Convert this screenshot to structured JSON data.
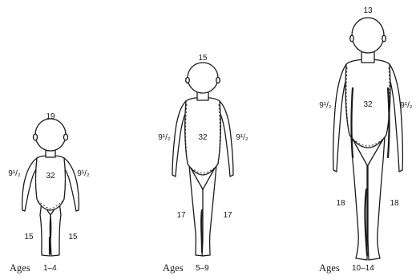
{
  "figures": [
    {
      "head": "19",
      "arm_left": "9¹/₂",
      "arm_right": "9¹/₂",
      "trunk": "32",
      "leg_left": "15",
      "leg_right": "15",
      "ages_label": "Ages",
      "ages_range": "1–4"
    },
    {
      "head": "15",
      "arm_left": "9¹/₂",
      "arm_right": "9¹/₂",
      "trunk": "32",
      "leg_left": "17",
      "leg_right": "17",
      "ages_label": "Ages",
      "ages_range": "5–9"
    },
    {
      "head": "13",
      "arm_left": "9¹/₂",
      "arm_right": "9¹/₂",
      "trunk": "32",
      "leg_left": "18",
      "leg_right": "18",
      "ages_label": "Ages",
      "ages_range": "10–14"
    }
  ]
}
